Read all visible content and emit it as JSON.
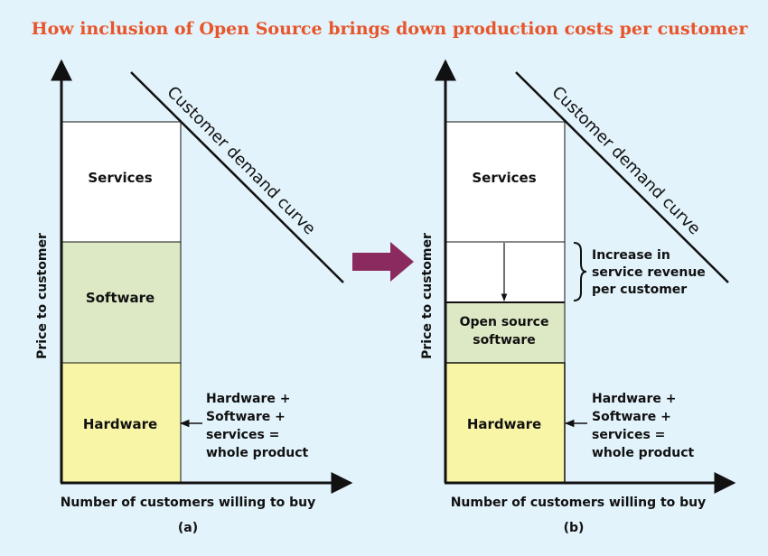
{
  "title": "How inclusion of Open Source brings down production costs per customer",
  "colors": {
    "background": "#e2f3fb",
    "title": "#e8552a",
    "services": "#ffffff",
    "software": "#dde9c4",
    "hardware": "#f8f5a6",
    "arrow": "#8b2a5e",
    "axis": "#111111"
  },
  "panels": [
    {
      "y_axis_label": "Price to customer",
      "x_axis_label": "Number of customers willing to buy",
      "panel_label": "(a)",
      "demand_curve_label": "Customer demand curve",
      "segments": {
        "services": "Services",
        "software": "Software",
        "hardware": "Hardware"
      },
      "whole_product_lines": [
        "Hardware +",
        "Software +",
        "services =",
        "whole product"
      ]
    },
    {
      "y_axis_label": "Price to customer",
      "x_axis_label": "Number of customers willing to buy",
      "panel_label": "(b)",
      "demand_curve_label": "Customer demand curve",
      "segments": {
        "services": "Services",
        "software_lines": [
          "Open source",
          "software"
        ],
        "hardware": "Hardware"
      },
      "increase_lines": [
        "Increase in",
        "service revenue",
        "per customer"
      ],
      "whole_product_lines": [
        "Hardware +",
        "Software +",
        "services =",
        "whole product"
      ]
    }
  ],
  "transition_arrow": "right-arrow"
}
